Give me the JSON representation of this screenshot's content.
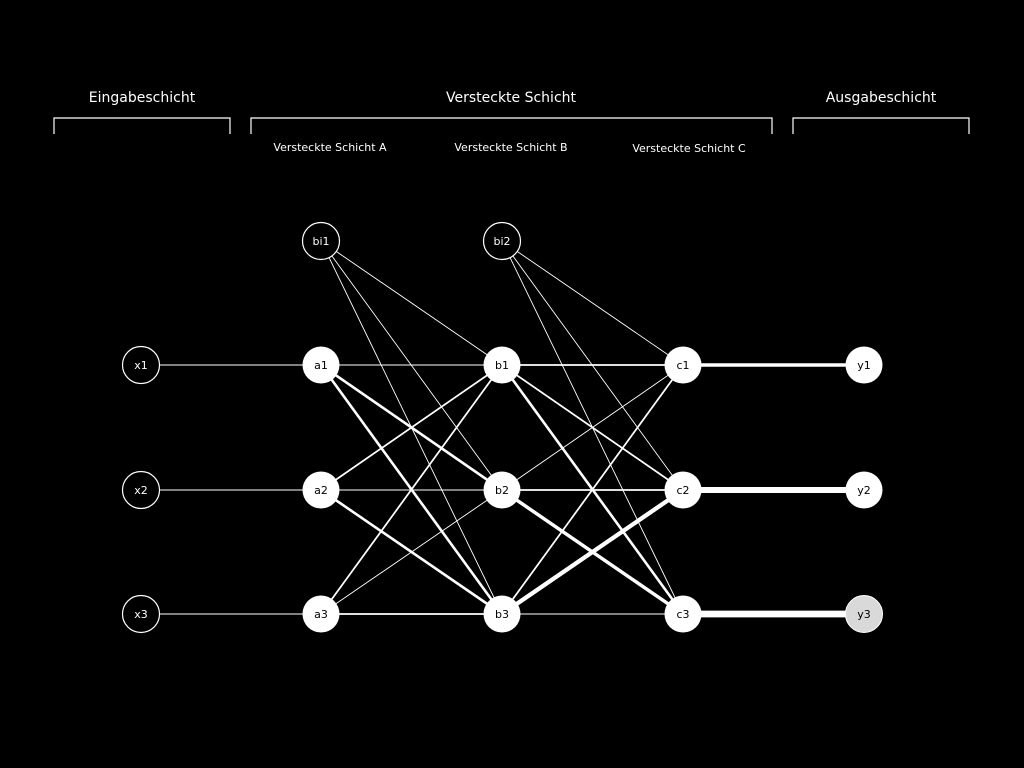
{
  "headers": {
    "input_layer": "Eingabeschicht",
    "hidden_layer": "Versteckte Schicht",
    "output_layer": "Ausgabeschicht"
  },
  "sub_headers": {
    "hidden_a": "Versteckte Schicht A",
    "hidden_b": "Versteckte Schicht B",
    "hidden_c": "Versteckte Schicht C"
  },
  "colors": {
    "background": "#000000",
    "line": "#ffffff",
    "node_filled": "#ffffff",
    "node_highlight": "#d9d9d9",
    "node_text_dark": "#000000",
    "node_text_light": "#ffffff"
  },
  "nodes": [
    {
      "id": "x1",
      "label": "x1",
      "style": "outline"
    },
    {
      "id": "x2",
      "label": "x2",
      "style": "outline"
    },
    {
      "id": "x3",
      "label": "x3",
      "style": "outline"
    },
    {
      "id": "bi1",
      "label": "bi1",
      "style": "outline"
    },
    {
      "id": "bi2",
      "label": "bi2",
      "style": "outline"
    },
    {
      "id": "a1",
      "label": "a1",
      "style": "filled"
    },
    {
      "id": "a2",
      "label": "a2",
      "style": "filled"
    },
    {
      "id": "a3",
      "label": "a3",
      "style": "filled"
    },
    {
      "id": "b1",
      "label": "b1",
      "style": "filled"
    },
    {
      "id": "b2",
      "label": "b2",
      "style": "filled"
    },
    {
      "id": "b3",
      "label": "b3",
      "style": "filled"
    },
    {
      "id": "c1",
      "label": "c1",
      "style": "filled"
    },
    {
      "id": "c2",
      "label": "c2",
      "style": "filled"
    },
    {
      "id": "c3",
      "label": "c3",
      "style": "filled"
    },
    {
      "id": "y1",
      "label": "y1",
      "style": "filled"
    },
    {
      "id": "y2",
      "label": "y2",
      "style": "filled"
    },
    {
      "id": "y3",
      "label": "y3",
      "style": "highlight"
    }
  ],
  "edges": [
    {
      "from": "x1",
      "to": "a1",
      "weight": 1
    },
    {
      "from": "x2",
      "to": "a2",
      "weight": 1
    },
    {
      "from": "x3",
      "to": "a3",
      "weight": 1
    },
    {
      "from": "bi1",
      "to": "b1",
      "weight": 1
    },
    {
      "from": "bi1",
      "to": "b2",
      "weight": 1
    },
    {
      "from": "bi1",
      "to": "b3",
      "weight": 1
    },
    {
      "from": "bi2",
      "to": "c1",
      "weight": 1
    },
    {
      "from": "bi2",
      "to": "c2",
      "weight": 1
    },
    {
      "from": "bi2",
      "to": "c3",
      "weight": 1
    },
    {
      "from": "a1",
      "to": "b1",
      "weight": 1
    },
    {
      "from": "a1",
      "to": "b2",
      "weight": 3
    },
    {
      "from": "a1",
      "to": "b3",
      "weight": 3
    },
    {
      "from": "a2",
      "to": "b1",
      "weight": 2
    },
    {
      "from": "a2",
      "to": "b2",
      "weight": 1
    },
    {
      "from": "a2",
      "to": "b3",
      "weight": 3
    },
    {
      "from": "a3",
      "to": "b1",
      "weight": 2
    },
    {
      "from": "a3",
      "to": "b2",
      "weight": 1
    },
    {
      "from": "a3",
      "to": "b3",
      "weight": 2
    },
    {
      "from": "b1",
      "to": "c1",
      "weight": 2
    },
    {
      "from": "b1",
      "to": "c2",
      "weight": 2
    },
    {
      "from": "b1",
      "to": "c3",
      "weight": 3
    },
    {
      "from": "b2",
      "to": "c1",
      "weight": 1
    },
    {
      "from": "b2",
      "to": "c2",
      "weight": 2
    },
    {
      "from": "b2",
      "to": "c3",
      "weight": 4
    },
    {
      "from": "b3",
      "to": "c1",
      "weight": 2
    },
    {
      "from": "b3",
      "to": "c2",
      "weight": 5
    },
    {
      "from": "b3",
      "to": "c3",
      "weight": 1
    },
    {
      "from": "c1",
      "to": "y1",
      "weight": 4
    },
    {
      "from": "c2",
      "to": "y2",
      "weight": 7
    },
    {
      "from": "c3",
      "to": "y3",
      "weight": 8
    }
  ]
}
